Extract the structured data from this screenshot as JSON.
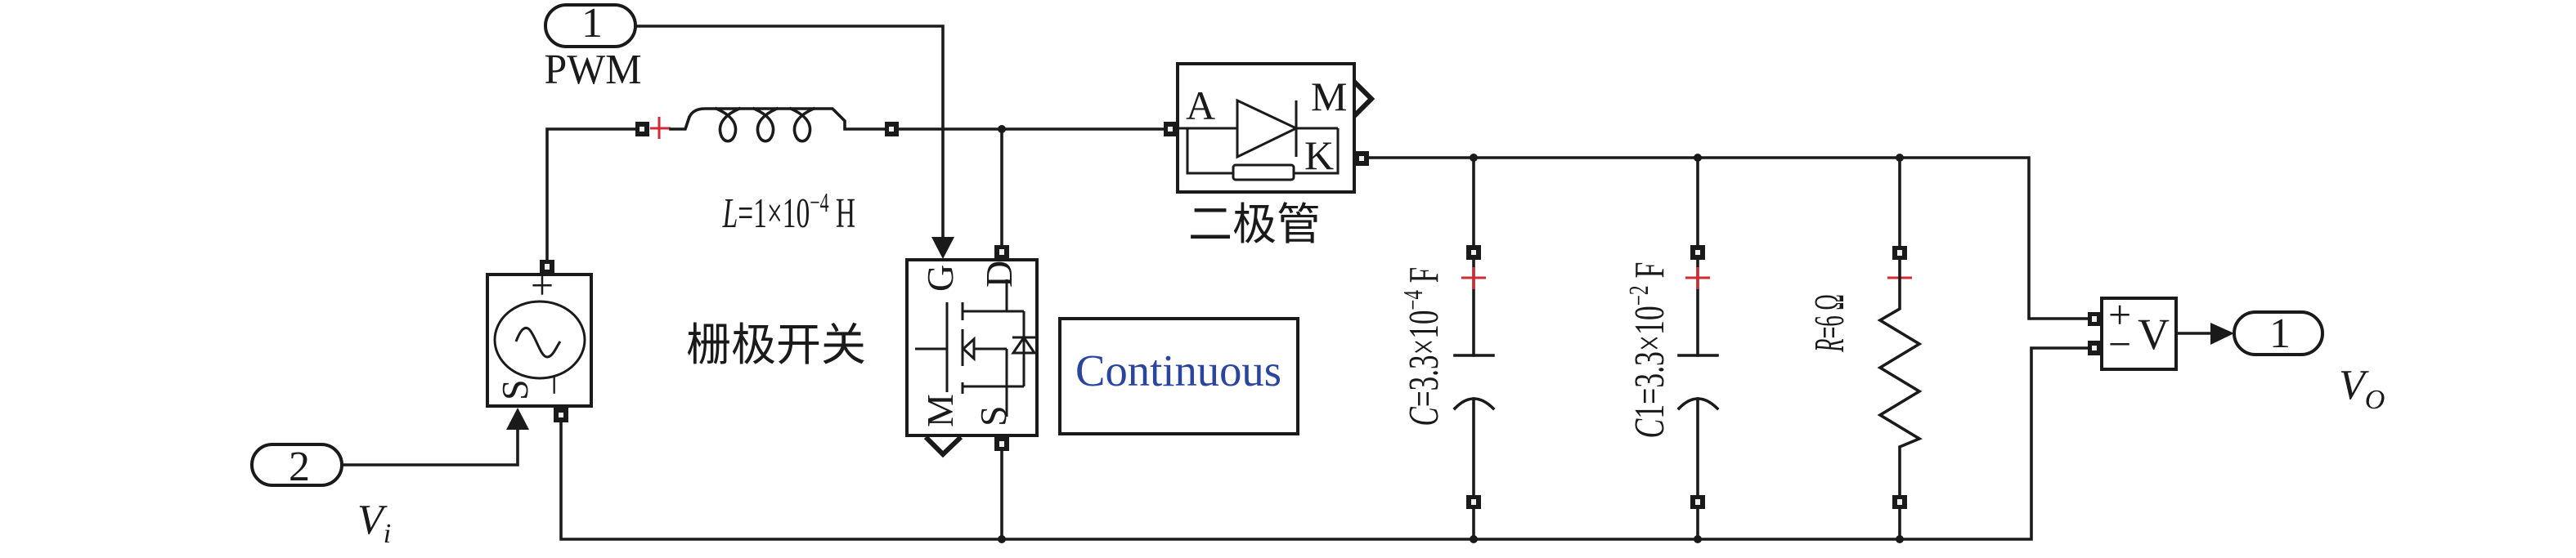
{
  "colors": {
    "wire": "#1a1a1a",
    "polarity": "#d42a35",
    "solver_text": "#2a45a0",
    "background": "#ffffff"
  },
  "ports": {
    "pwm_in": {
      "number": "1",
      "label": "PWM"
    },
    "vi_in": {
      "number": "2",
      "label_main": "V",
      "label_sub": "i"
    },
    "vo_out": {
      "number": "1",
      "label_main": "V",
      "label_sub": "O"
    }
  },
  "source": {
    "plus": "+",
    "minus": "−",
    "control_pin": "S"
  },
  "inductor": {
    "polarity": "+",
    "label": {
      "var": "L",
      "mid": "=1×10",
      "exp": "−4",
      "unit": " H"
    }
  },
  "mosfet": {
    "name": "栅极开关",
    "pins": {
      "g": "G",
      "d": "D",
      "m": "M",
      "s": "S"
    }
  },
  "solver": {
    "label": "Continuous"
  },
  "diode": {
    "name": "二极管",
    "pins": {
      "a": "A",
      "m": "M",
      "k": "K"
    }
  },
  "capacitors": [
    {
      "var": "C",
      "mid": "=3.3×10",
      "exp": "−4",
      "unit": " F",
      "polarity": "+"
    },
    {
      "var": "C",
      "mid": "1=3.3×10",
      "exp": "−2",
      "unit": " F",
      "polarity": "+"
    }
  ],
  "resistor": {
    "var": "R",
    "rest": "=6 Ω",
    "polarity": "+"
  },
  "voltmeter": {
    "plus": "+",
    "minus": "−",
    "label": "V"
  }
}
